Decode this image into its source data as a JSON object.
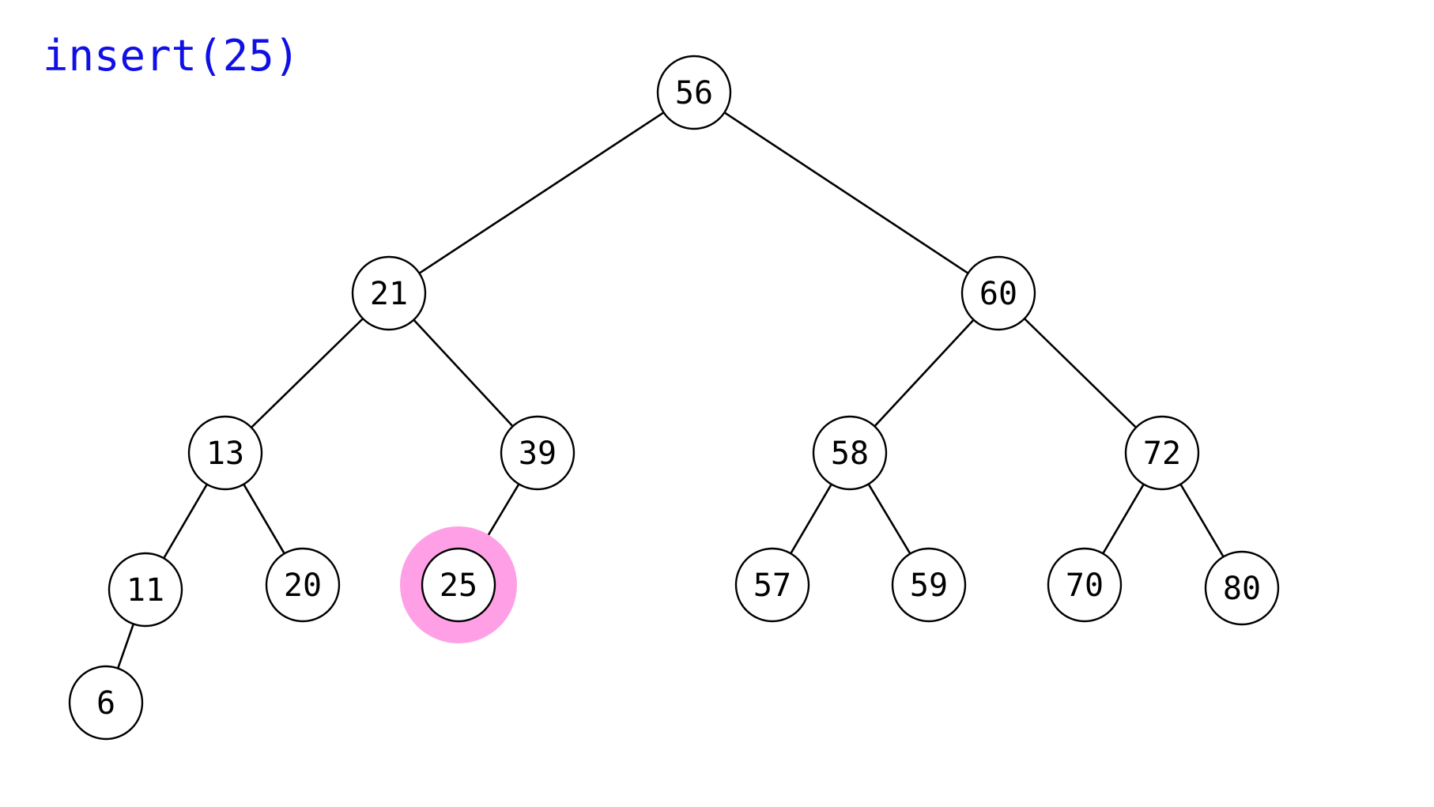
{
  "operation": {
    "label": "insert(25)",
    "color": "#1010e6"
  },
  "highlight_color": "#ff9fe6",
  "tree": {
    "highlighted_node": "25",
    "nodes": [
      {
        "id": "n56",
        "value": "56"
      },
      {
        "id": "n21",
        "value": "21"
      },
      {
        "id": "n60",
        "value": "60"
      },
      {
        "id": "n13",
        "value": "13"
      },
      {
        "id": "n39",
        "value": "39"
      },
      {
        "id": "n58",
        "value": "58"
      },
      {
        "id": "n72",
        "value": "72"
      },
      {
        "id": "n11",
        "value": "11"
      },
      {
        "id": "n20",
        "value": "20"
      },
      {
        "id": "n25",
        "value": "25"
      },
      {
        "id": "n57",
        "value": "57"
      },
      {
        "id": "n59",
        "value": "59"
      },
      {
        "id": "n70",
        "value": "70"
      },
      {
        "id": "n80",
        "value": "80"
      },
      {
        "id": "n6",
        "value": "6"
      }
    ],
    "edges": [
      {
        "from": "56",
        "to": "21"
      },
      {
        "from": "56",
        "to": "60"
      },
      {
        "from": "21",
        "to": "13"
      },
      {
        "from": "21",
        "to": "39"
      },
      {
        "from": "60",
        "to": "58"
      },
      {
        "from": "60",
        "to": "72"
      },
      {
        "from": "13",
        "to": "11"
      },
      {
        "from": "13",
        "to": "20"
      },
      {
        "from": "39",
        "to": "25"
      },
      {
        "from": "58",
        "to": "57"
      },
      {
        "from": "58",
        "to": "59"
      },
      {
        "from": "72",
        "to": "70"
      },
      {
        "from": "72",
        "to": "80"
      },
      {
        "from": "11",
        "to": "6"
      }
    ]
  }
}
